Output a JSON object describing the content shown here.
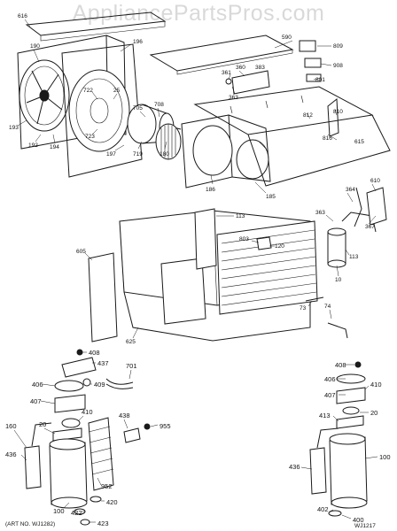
{
  "watermark": "AppliancePartsPros.com",
  "art_no_left": "(ART NO. WJ1282)",
  "art_no_right": "WJ1217",
  "part_numbers": {
    "p616": "616",
    "p190": "190",
    "p196": "196",
    "p722": "722",
    "p25": "25",
    "p193": "193",
    "p192": "192",
    "p194": "194",
    "p723": "723",
    "p197": "197",
    "p705": "705",
    "p708": "708",
    "p719": "719",
    "p180": "180",
    "p186": "186",
    "p185": "185",
    "p590": "590",
    "p809": "809",
    "p908": "908",
    "p360": "360",
    "p383": "383",
    "p361": "361",
    "p801": "801",
    "p363a": "363",
    "p812": "812",
    "p810": "810",
    "p816": "816",
    "p615": "615",
    "p364": "364",
    "p610": "610",
    "p363b": "363",
    "p367": "367",
    "p113a": "113",
    "p803": "803",
    "p120": "120",
    "p605": "605",
    "p113b": "113",
    "p10": "10",
    "p73": "73",
    "p74": "74",
    "p625": "625",
    "p408a": "408",
    "p437": "437",
    "p701": "701",
    "p406a": "406",
    "p409": "409",
    "p407a": "407",
    "p410": "410",
    "p438": "438",
    "p955": "955",
    "p160": "160",
    "p20a": "20",
    "p436a": "436",
    "p952": "952",
    "p100a": "100",
    "p422": "422",
    "p420": "420",
    "p423": "423",
    "p408b": "408",
    "p406b": "406",
    "p410b": "410",
    "p407b": "407",
    "p20b": "20",
    "p413": "413",
    "p436b": "436",
    "p100b": "100",
    "p402": "402",
    "p400": "400"
  },
  "icons": [
    "fan-blade-icon",
    "blower-wheel-icon",
    "motor-icon",
    "compressor-icon",
    "capacitor-icon",
    "coil-icon"
  ]
}
